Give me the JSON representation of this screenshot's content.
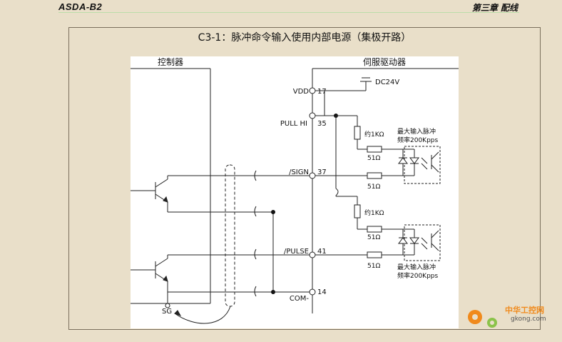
{
  "header": {
    "product": "ASDA-B2",
    "chapter": "第三章 配线"
  },
  "figure": {
    "caption": "C3-1：脉冲命令输入使用内部电源（集极开路）",
    "controller_label": "控制器",
    "drive_label": "伺服驱动器",
    "dc_label": "DC24V",
    "pins": [
      {
        "name": "VDD",
        "num": "17"
      },
      {
        "name": "PULL HI",
        "num": "35"
      },
      {
        "name": "/SIGN",
        "num": "37"
      },
      {
        "name": "/PULSE",
        "num": "41"
      },
      {
        "name": "COM-",
        "num": "14"
      }
    ],
    "resistor_top": "约1KΩ",
    "resistor_bottom": "约1KΩ",
    "r51_labels": [
      "51Ω",
      "51Ω",
      "51Ω",
      "51Ω"
    ],
    "max_freq_top": [
      "最大输入脉冲",
      "频率200Kpps"
    ],
    "max_freq_bottom": [
      "最大输入脉冲",
      "频率200Kpps"
    ],
    "sg_label": "SG"
  },
  "watermark": {
    "title": "中华工控网",
    "url": "gkong.com"
  }
}
